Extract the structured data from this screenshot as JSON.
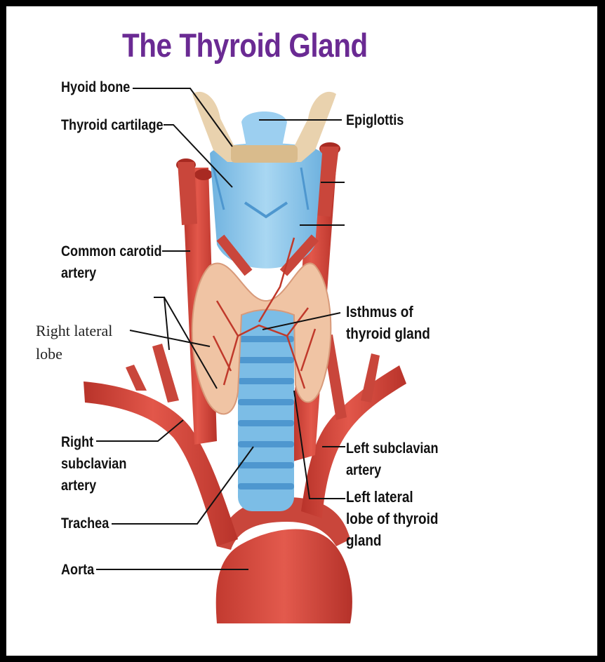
{
  "title": "The Thyroid Gland",
  "labels": {
    "hyoid_bone": "Hyoid bone",
    "thyroid_cartilage": "Thyroid cartilage",
    "epiglottis": "Epiglottis",
    "common_carotid_line1": "Common carotid",
    "common_carotid_line2": "artery",
    "right_lateral_line1": "Right lateral",
    "right_lateral_line2": "lobe",
    "isthmus_line1": "Isthmus of",
    "isthmus_line2": "thyroid gland",
    "right_subclavian_line1": "Right",
    "right_subclavian_line2": "subclavian",
    "right_subclavian_line3": "artery",
    "left_subclavian_line1": "Left subclavian",
    "left_subclavian_line2": "artery",
    "left_lateral_line1": "Left lateral",
    "left_lateral_line2": "lobe of thyroid",
    "left_lateral_line3": "gland",
    "trachea": "Trachea",
    "aorta": "Aorta"
  },
  "colors": {
    "title": "#6a2a93",
    "artery": "#d2473c",
    "artery_dark": "#a82a22",
    "cartilage": "#8fc8ea",
    "bone": "#e8cfa9",
    "thyroid": "#f0c4a4"
  }
}
